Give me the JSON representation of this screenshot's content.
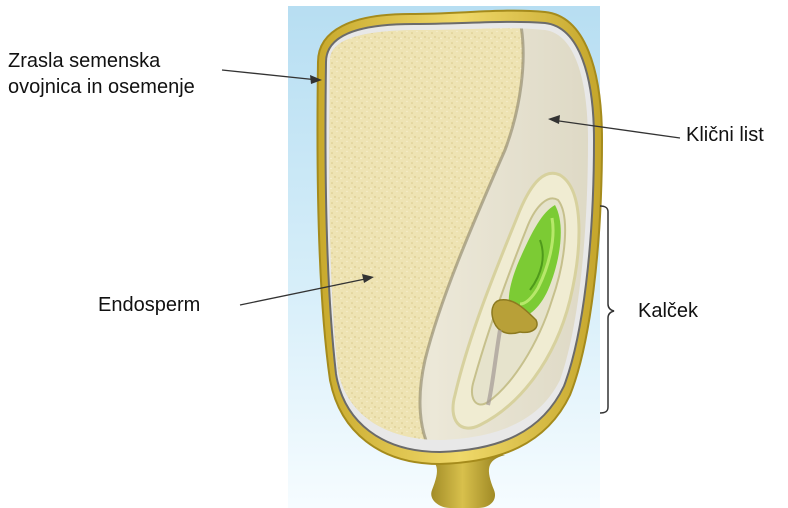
{
  "labels": {
    "pericarp_line1": "Zrasla semenska",
    "pericarp_line2": "ovojnica in osemenje",
    "cotyledon": "Klični list",
    "endosperm": "Endosperm",
    "embryo": "Kalček"
  },
  "colors": {
    "background_top": "#b7def2",
    "background_bottom": "#f4fbfe",
    "seed_coat": "#dcc450",
    "seed_coat_dark": "#a58b1c",
    "endosperm": "#eee3b3",
    "cotyledon": "#eae6d4",
    "embryo_green": "#7ccb34",
    "embryo_brown": "#b8a038",
    "text": "#111111",
    "pointer_line": "#333333"
  }
}
